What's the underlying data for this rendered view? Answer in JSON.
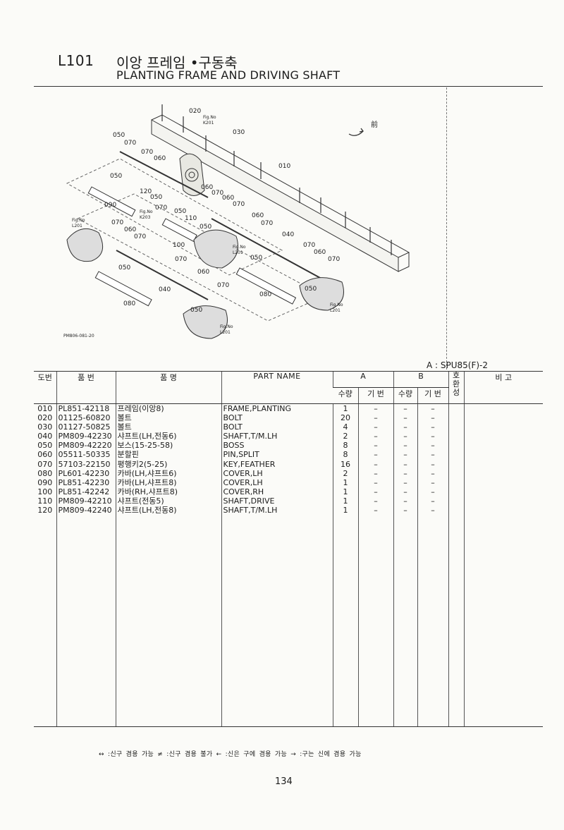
{
  "header": {
    "code": "L101",
    "title_ko": "이앙 프레임 •구동축",
    "title_en": "PLANTING FRAME AND DRIVING SHAFT"
  },
  "diagram": {
    "front_mark": "前",
    "figure_id": "PM806-081-20",
    "callouts": [
      "020",
      "030",
      "010",
      "050",
      "070",
      "060",
      "120",
      "090",
      "110",
      "100",
      "040",
      "080"
    ],
    "fig_refs": [
      "Fig.No K201",
      "Fig.No K203",
      "Fig.No L201"
    ]
  },
  "model_note": "A : SPU85(F)-2",
  "table": {
    "headers": {
      "no": "도번",
      "part_no": "품 번",
      "name_ko": "품 명",
      "part_name": "PART NAME",
      "group_a": "A",
      "group_b": "B",
      "qty": "수량",
      "base": "기 번",
      "compat": "호환성",
      "remarks": "비 고"
    },
    "rows": [
      {
        "no": "010",
        "part_no": "PL851-42118",
        "name_ko": "프레임(이앙8)",
        "part_name": "FRAME,PLANTING",
        "a_qty": "1",
        "a_base": "–",
        "b_qty": "–",
        "b_base": "–"
      },
      {
        "no": "020",
        "part_no": "01125-60820",
        "name_ko": "볼트",
        "part_name": "BOLT",
        "a_qty": "20",
        "a_base": "–",
        "b_qty": "–",
        "b_base": "–"
      },
      {
        "no": "030",
        "part_no": "01127-50825",
        "name_ko": "볼트",
        "part_name": "BOLT",
        "a_qty": "4",
        "a_base": "–",
        "b_qty": "–",
        "b_base": "–"
      },
      {
        "no": "040",
        "part_no": "PM809-42230",
        "name_ko": "샤프트(LH,전동6)",
        "part_name": "SHAFT,T/M.LH",
        "a_qty": "2",
        "a_base": "–",
        "b_qty": "–",
        "b_base": "–"
      },
      {
        "no": "050",
        "part_no": "PM809-42220",
        "name_ko": "보스(15-25-58)",
        "part_name": "BOSS",
        "a_qty": "8",
        "a_base": "–",
        "b_qty": "–",
        "b_base": "–"
      },
      {
        "no": "060",
        "part_no": "05511-50335",
        "name_ko": "분할핀",
        "part_name": "PIN,SPLIT",
        "a_qty": "8",
        "a_base": "–",
        "b_qty": "–",
        "b_base": "–"
      },
      {
        "no": "070",
        "part_no": "57103-22150",
        "name_ko": "평행키2(5-25)",
        "part_name": "KEY,FEATHER",
        "a_qty": "16",
        "a_base": "–",
        "b_qty": "–",
        "b_base": "–"
      },
      {
        "no": "080",
        "part_no": "PL601-42230",
        "name_ko": "카바(LH,샤프트6)",
        "part_name": "COVER,LH",
        "a_qty": "2",
        "a_base": "–",
        "b_qty": "–",
        "b_base": "–"
      },
      {
        "no": "090",
        "part_no": "PL851-42230",
        "name_ko": "카바(LH,샤프트8)",
        "part_name": "COVER,LH",
        "a_qty": "1",
        "a_base": "–",
        "b_qty": "–",
        "b_base": "–"
      },
      {
        "no": "100",
        "part_no": "PL851-42242",
        "name_ko": "카바(RH,샤프트8)",
        "part_name": "COVER,RH",
        "a_qty": "1",
        "a_base": "–",
        "b_qty": "–",
        "b_base": "–"
      },
      {
        "no": "110",
        "part_no": "PM809-42210",
        "name_ko": "샤프트(전동5)",
        "part_name": "SHAFT,DRIVE",
        "a_qty": "1",
        "a_base": "–",
        "b_qty": "–",
        "b_base": "–"
      },
      {
        "no": "120",
        "part_no": "PM809-42240",
        "name_ko": "샤프트(LH,전동8)",
        "part_name": "SHAFT,T/M.LH",
        "a_qty": "1",
        "a_base": "–",
        "b_qty": "–",
        "b_base": "–"
      }
    ]
  },
  "legend": "↔ :신구 겸용 가능     ≠ :신구 겸용 불가     ← :신은 구에 겸용 가능     → :구는 신에 겸용 가능",
  "page_number": "134"
}
